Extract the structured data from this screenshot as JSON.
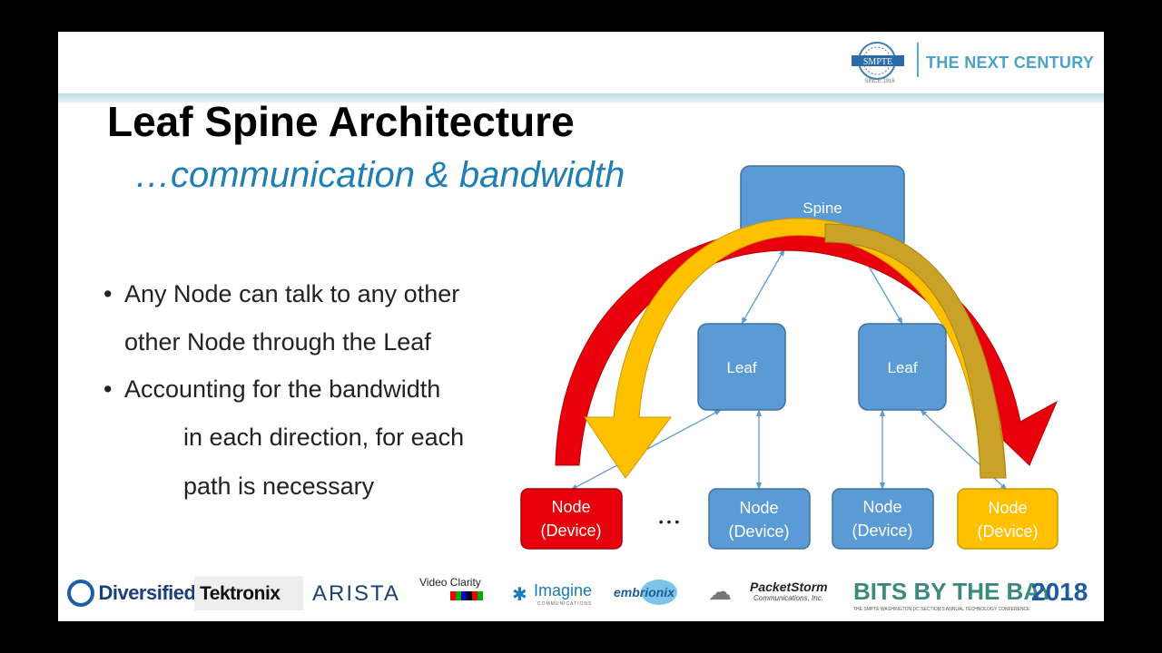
{
  "header": {
    "tagline": "THE NEXT CENTURY",
    "seal_text": "SMPTE",
    "since": "SINCE 1916"
  },
  "slide": {
    "title": "Leaf Spine Architecture",
    "subtitle": "…communication & bandwidth",
    "bullets": [
      {
        "marker": "•",
        "line1": "Any Node can talk to any other",
        "line2": "other Node through the Leaf"
      },
      {
        "marker": "•",
        "line1": "Accounting for the bandwidth",
        "line2": "in each direction, for each",
        "line3": "path is necessary"
      }
    ]
  },
  "diagram": {
    "spine": "Spine",
    "leaf_left": "Leaf",
    "leaf_right": "Leaf",
    "node_label": "Node",
    "device_label": "(Device)",
    "ellipsis": "• • •",
    "colors": {
      "box_fill": "#5b9bd5",
      "box_stroke": "#41719c",
      "red": "#e8000b",
      "yellow": "#ffc000",
      "gold": "#c9a227"
    }
  },
  "footer": {
    "sponsors": [
      "Diversified.",
      "Tektronix",
      "ARISTA",
      "Video Clarity",
      "Imagine",
      "COMMUNICATIONS",
      "embrionix",
      "PacketStorm",
      "Communications, Inc.",
      "BITS BY THE BAY",
      "2018",
      "THE SMPTE WASHINGTON DC SECTION'S ANNUAL TECHNOLOGY CONFERENCE"
    ]
  }
}
